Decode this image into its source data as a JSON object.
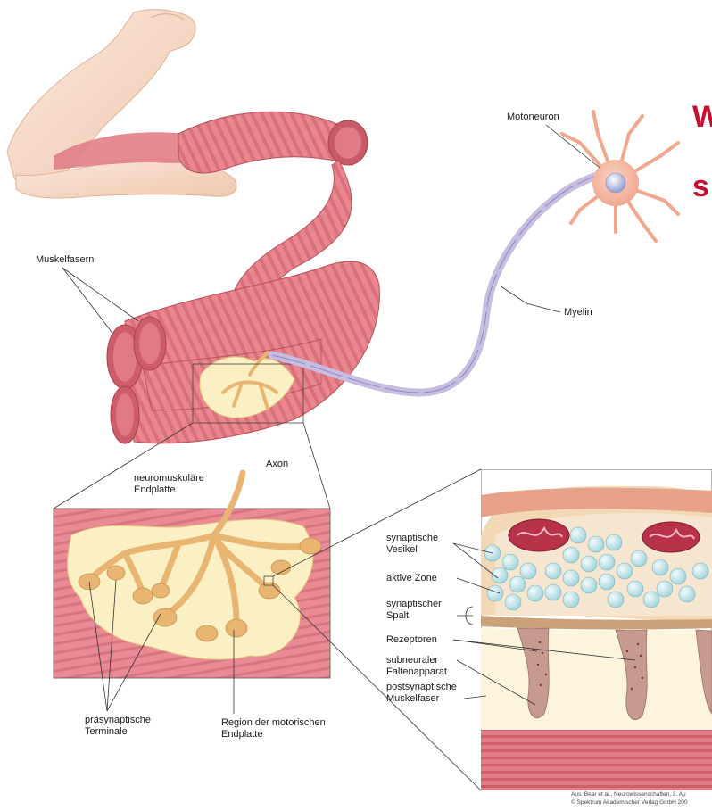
{
  "title_fragments": [
    "W",
    "s"
  ],
  "labels": {
    "motoneuron": "Motoneuron",
    "muskelfasern": "Muskelfasern",
    "myelin": "Myelin",
    "axon": "Axon",
    "endplatte_line1": "neuromuskuläre",
    "endplatte_line2": "Endplatte",
    "vesikel_line1": "synaptische",
    "vesikel_line2": "Vesikel",
    "aktive_zone": "aktive Zone",
    "spalt_line1": "synaptischer",
    "spalt_line2": "Spalt",
    "rezeptoren": "Rezeptoren",
    "falten_line1": "subneuraler",
    "falten_line2": "Faltenapparat",
    "muskelfaser_line1": "postsynaptische",
    "muskelfaser_line2": "Muskelfaser",
    "terminale_line1": "präsynaptische",
    "terminale_line2": "Terminale",
    "region_line1": "Region der motorischen",
    "region_line2": "Endplatte"
  },
  "credit": {
    "line1": "Aus: Bear et al., Neurowissenschaften, 3. Au",
    "line2": "© Spektrum Akademischer Verlag GmbH 200"
  },
  "colors": {
    "muscle": "#e9868e",
    "muscle_dark": "#c95862",
    "skin": "#f7dcc8",
    "terminal": "#e8b672",
    "endplate_region": "#fbf0c4",
    "vesicle": "#bfe6ea",
    "mitochondria": "#b8324a",
    "title_red": "#c8102e"
  }
}
